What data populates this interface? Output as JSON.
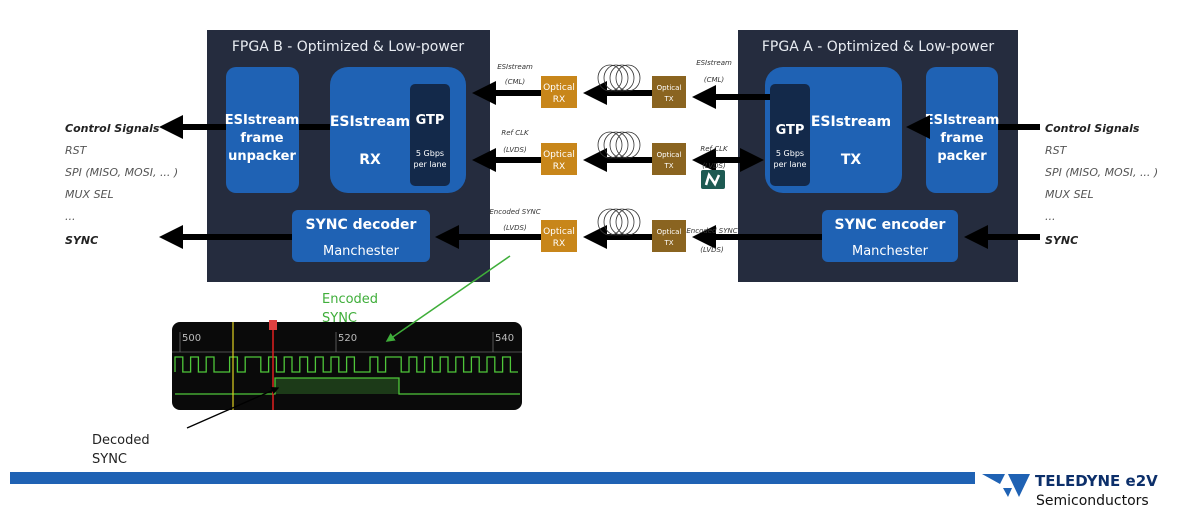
{
  "fpga_b": {
    "title": "FPGA B - Optimized & Low-power",
    "unpacker": [
      "ESIstream",
      "frame",
      "unpacker"
    ],
    "rx": [
      "ESIstream",
      "RX"
    ],
    "gtp": {
      "title": "GTP",
      "rate": [
        "5 Gbps",
        "per lane"
      ]
    },
    "sync_decoder": [
      "SYNC decoder",
      "Manchester"
    ]
  },
  "fpga_a": {
    "title": "FPGA A - Optimized & Low-power",
    "packer": [
      "ESIstream",
      "frame",
      "packer"
    ],
    "tx": [
      "ESIstream",
      "TX"
    ],
    "gtp": {
      "title": "GTP",
      "rate": [
        "5 Gbps",
        "per lane"
      ]
    },
    "sync_encoder": [
      "SYNC encoder",
      "Manchester"
    ]
  },
  "links": [
    {
      "label": [
        "ESIstream",
        "(CML)"
      ],
      "rx": [
        "Optical",
        "RX"
      ],
      "tx": [
        "Optical",
        "TX"
      ]
    },
    {
      "label": [
        "Ref CLK",
        "(LVDS)"
      ],
      "rx": [
        "Optical",
        "RX"
      ],
      "tx": [
        "Optical",
        "TX"
      ]
    },
    {
      "label": [
        "Encoded SYNC",
        "(LVDS)"
      ],
      "rx": [
        "Optical",
        "RX"
      ],
      "tx": [
        "Optical",
        "TX"
      ]
    }
  ],
  "signals": [
    "Control Signals",
    "RST",
    "SPI (MISO, MOSI, ... )",
    "MUX SEL",
    "...",
    "SYNC"
  ],
  "scope": {
    "ticks": [
      "500",
      "520",
      "540"
    ]
  },
  "annotations": {
    "encoded": [
      "Encoded",
      "SYNC"
    ],
    "decoded": [
      "Decoded",
      "SYNC"
    ]
  },
  "logo": {
    "brand": "TELEDYNE e2V",
    "sub": "Semiconductors"
  },
  "colors": {
    "fpga_bg": "#252c3e",
    "block": "#1f62b4",
    "gtp": "#13294a",
    "optical_rx": "#c8861a",
    "optical_tx": "#8a6420",
    "scope_wave": "#4fc73a",
    "footer_bar": "#1f62b4",
    "annotation_green": "#3fae3a"
  }
}
